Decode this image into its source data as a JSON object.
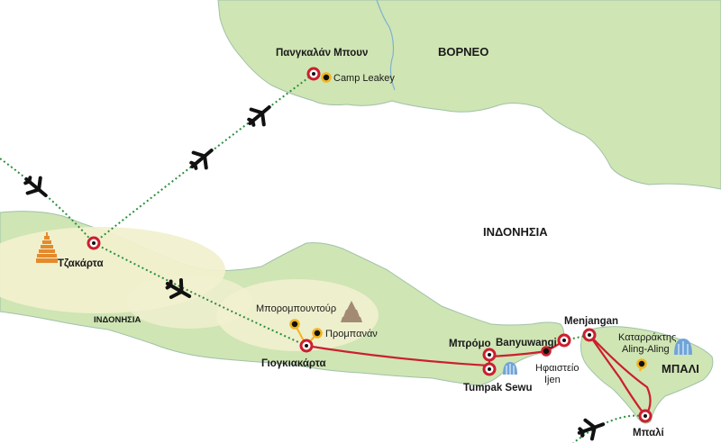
{
  "regions": {
    "borneo": "ΒΟΡΝΕΟ",
    "indonesia": "ΙΝΔΟΝΗΣΙΑ",
    "indonesia_java": "ΙΝΔΟΝΗΣΙΑ",
    "bali": "ΜΠΑΛΙ"
  },
  "stops": {
    "pangkalan_bun": "Πανγκαλάν Μπουν",
    "jakarta": "Τζακάρτα",
    "yogyakarta": "Γιογκιακάρτα",
    "bromo": "Μπρόμο",
    "banyuwangi": "Banyuwangi",
    "menjangan": "Menjangan",
    "bali_end": "Μπαλί"
  },
  "attractions": {
    "camp_leakey": "Camp Leakey",
    "borobudur": "Μπορομπουντούρ",
    "prambanan": "Προμπανάν",
    "tumpak_sewu": "Tumpak Sewu",
    "ijen_line1": "Ηφαιστείο",
    "ijen_line2": "Ijen",
    "aling_line1": "Καταρράκτης",
    "aling_line2": "Aling-Aling"
  },
  "colors": {
    "sea": "#ffffff",
    "land_green": "#cfe5b4",
    "land_light": "#f1f0cf",
    "border": "#9fc2a8",
    "route_ground": "#cc1f2e",
    "route_flight": "#2b8f3c",
    "stop_ring": "#cc1f2e",
    "attraction_dot": "#f2b51c"
  },
  "icons": [
    "airplane-icon",
    "pagoda-icon",
    "temple-icon",
    "waterfall-icon"
  ]
}
